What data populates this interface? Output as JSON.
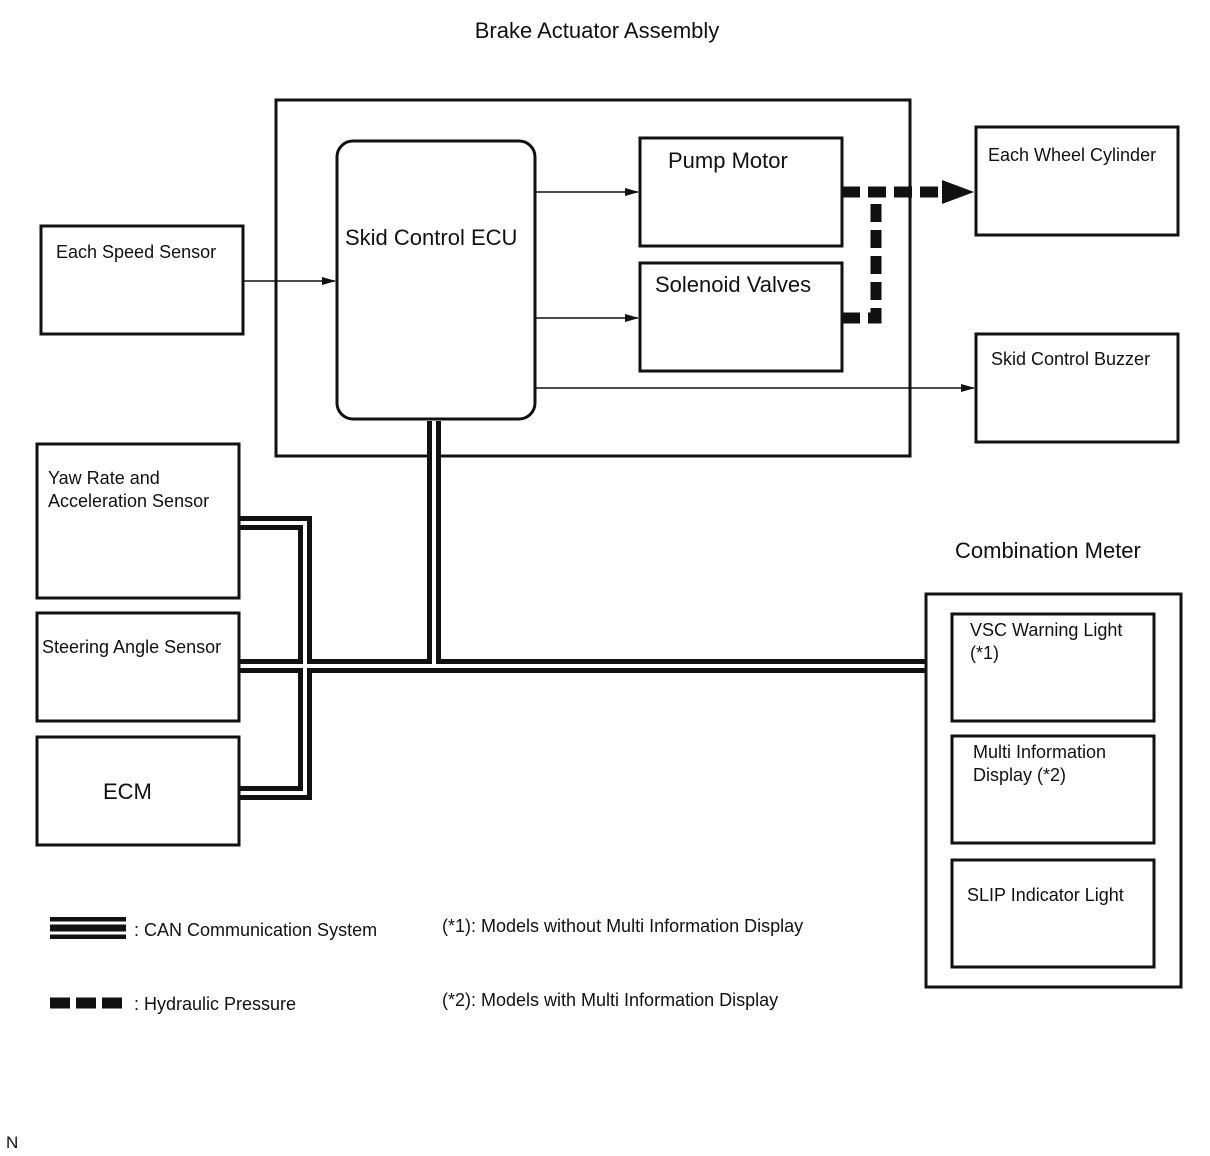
{
  "diagram": {
    "title": "Brake Actuator Assembly",
    "combination_meter_title": "Combination Meter",
    "skid_control_ecu": "Skid Control ECU",
    "pump_motor": "Pump Motor",
    "solenoid_valves": "Solenoid Valves",
    "each_wheel_cylinder": "Each Wheel Cylinder",
    "each_speed_sensor": "Each Speed Sensor",
    "skid_control_buzzer": "Skid Control Buzzer",
    "yaw_rate_line1": "Yaw Rate and",
    "yaw_rate_line2": "Acceleration Sensor",
    "steering_angle_sensor": "Steering Angle Sensor",
    "ecm": "ECM",
    "vsc_line1": "VSC Warning Light",
    "vsc_line2": "(*1)",
    "mid_line1": "Multi Information",
    "mid_line2": "Display (*2)",
    "slip_indicator": "SLIP Indicator Light"
  },
  "legend": {
    "can_label": ":  CAN Communication System",
    "hydraulic_label": ":  Hydraulic Pressure",
    "note1": "(*1): Models without Multi Information Display",
    "note2": "(*2): Models with Multi Information Display"
  },
  "corner_mark": "N"
}
